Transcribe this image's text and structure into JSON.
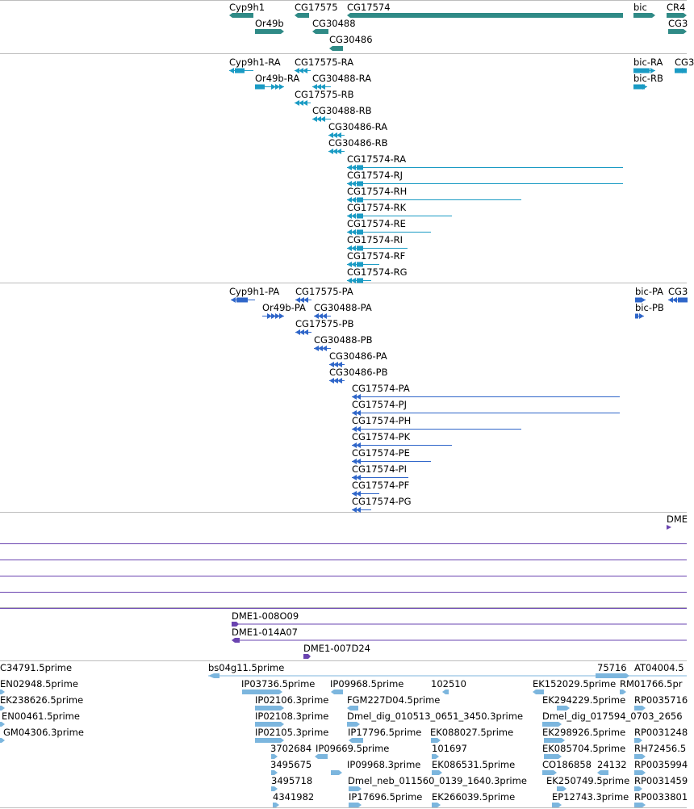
{
  "colors": {
    "gene": "#2f8a86",
    "mrna": "#1a9bc4",
    "protein": "#2f66c9",
    "probe": "#6a44b0",
    "est": "#7cb6de",
    "separator": "#bdbdbd"
  },
  "tracks": {
    "genes": [
      {
        "label": "Cyp9h1",
        "direction": "left"
      },
      {
        "label": "CG17575",
        "direction": "left"
      },
      {
        "label": "CG17574",
        "direction": "left"
      },
      {
        "label": "bic",
        "direction": "right"
      },
      {
        "label": "CR4",
        "direction": "right"
      },
      {
        "label": "Or49b",
        "direction": "right"
      },
      {
        "label": "CG30488",
        "direction": "left"
      },
      {
        "label": "CG3",
        "direction": "right"
      },
      {
        "label": "CG30486",
        "direction": "left"
      }
    ],
    "transcripts": [
      "Cyp9h1-RA",
      "CG17575-RA",
      "bic-RA",
      "CG3",
      "Or49b-RA",
      "CG30488-RA",
      "bic-RB",
      "CG17575-RB",
      "CG30488-RB",
      "CG30486-RA",
      "CG30486-RB",
      "CG17574-RA",
      "CG17574-RJ",
      "CG17574-RH",
      "CG17574-RK",
      "CG17574-RE",
      "CG17574-RI",
      "CG17574-RF",
      "CG17574-RG"
    ],
    "proteins": [
      "Cyp9h1-PA",
      "CG17575-PA",
      "bic-PA",
      "CG3",
      "Or49b-PA",
      "CG30488-PA",
      "bic-PB",
      "CG17575-PB",
      "CG30488-PB",
      "CG30486-PA",
      "CG30486-PB",
      "CG17574-PA",
      "CG17574-PJ",
      "CG17574-PH",
      "CG17574-PK",
      "CG17574-PE",
      "CG17574-PI",
      "CG17574-PF",
      "CG17574-PG"
    ],
    "probe_top": "DME",
    "probes": [
      "DME1-008O09",
      "DME1-014A07",
      "DME1-007D24"
    ],
    "ests": [
      "C34791.5prime",
      "bs04g11.5prime",
      "75716",
      "AT04004.5",
      "EN02948.5prime",
      "IP03736.5prime",
      "IP09968.5prime",
      "102510",
      "EK152029.5prime",
      "RM01766.5pr",
      "EK238626.5prime",
      "IP02106.3prime",
      "FGM227D04.5prime",
      "EK294229.5prime",
      "RP0035716",
      "EN00461.5prime",
      "IP02108.3prime",
      "Dmel_dig_010513_0651_3450.3prime",
      "Dmel_dig_017594_0703_2656",
      "GM04306.3prime",
      "IP02105.3prime",
      "IP17796.5prime",
      "EK088027.5prime",
      "EK298926.5prime",
      "RP0031248",
      "3702684",
      "IP09669.5prime",
      "101697",
      "EK085704.5prime",
      "RH72456.5",
      "3495675",
      "IP09968.3prime",
      "EK086531.5prime",
      "CO186858",
      "24132",
      "RP0035994",
      "3495718",
      "Dmel_neb_011560_0139_1640.3prime",
      "EK250749.5prime",
      "RP0031459",
      "4341982",
      "IP17696.5prime",
      "EK266039.5prime",
      "EP12743.3prime",
      "RP0033801"
    ]
  }
}
